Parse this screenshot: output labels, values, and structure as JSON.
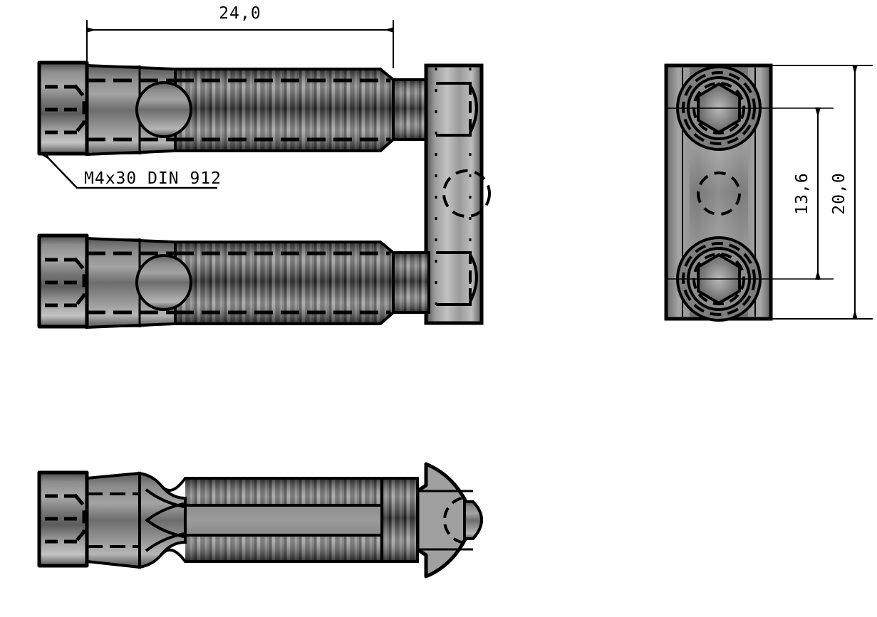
{
  "drawing": {
    "title": "Socket head cap screw assembly technical drawing",
    "background_color": "#ffffff",
    "line_color": "#000000",
    "metal_light": "#c8c8c8",
    "metal_mid": "#8a8a8a",
    "metal_dark": "#3c3c3c",
    "units_note": "mm (decimal comma)"
  },
  "dimensions": {
    "length": {
      "label": "24,0",
      "orientation": "horizontal",
      "value": 24.0
    },
    "bolt_spacing": {
      "label": "13,6",
      "orientation": "vertical",
      "value": 13.6
    },
    "profile_height": {
      "label": "20,0",
      "orientation": "vertical",
      "value": 20.0
    }
  },
  "annotations": {
    "fastener": {
      "label": "M4x30 DIN 912",
      "leader": "arrow to screw head"
    }
  },
  "views": {
    "front_upper": {
      "name": "front-view-upper-screw"
    },
    "front_lower": {
      "name": "front-view-lower-screw"
    },
    "side": {
      "name": "side-end-view"
    },
    "bottom": {
      "name": "bottom-view-screw"
    }
  }
}
